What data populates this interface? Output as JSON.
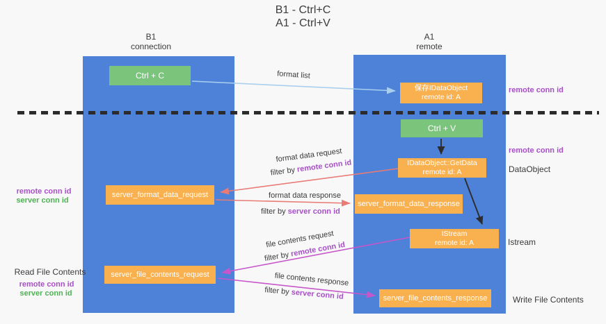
{
  "title": {
    "line1": "B1 - Ctrl+C",
    "line2": "A1 - Ctrl+V"
  },
  "lanes": {
    "left": {
      "name": "B1",
      "role": "connection"
    },
    "right": {
      "name": "A1",
      "role": "remote"
    }
  },
  "boxes": {
    "ctrl_c": {
      "label": "Ctrl + C"
    },
    "ctrl_v": {
      "label": "Ctrl + V"
    },
    "save_idataobject": {
      "line1": "保存IDataObject",
      "line2": "remote id: A"
    },
    "getdata": {
      "line1": "IDataObject::GetData",
      "line2": "remote id: A"
    },
    "istream": {
      "line1": "IStream",
      "line2": "remote id: A"
    },
    "server_format_data_request": {
      "label": "server_format_data_request"
    },
    "server_format_data_response": {
      "label": "server_format_data_response"
    },
    "server_file_contents_request": {
      "label": "server_file_contents_request"
    },
    "server_file_contents_response": {
      "label": "server_file_contents_response"
    }
  },
  "arrow_labels": {
    "format_list": "format list",
    "format_data_request": "format data request",
    "format_data_response": "format data response",
    "file_contents_request": "file contents request",
    "file_contents_response": "file contents response",
    "filter_by": "filter by"
  },
  "terms": {
    "remote_conn_id": "remote conn id",
    "server_conn_id": "server conn id"
  },
  "side_labels": {
    "dataobject": "DataObject",
    "istream": "Istream",
    "read_file_contents": "Read File Contents",
    "write_file_contents": "Write File Contents"
  },
  "colors": {
    "lane_blue": "#4d82d8",
    "box_orange": "#f9b04f",
    "box_green": "#7bc47c",
    "purple_text": "#a84fc8",
    "green_text": "#4fb254",
    "arrow_red": "#e97b76",
    "arrow_magenta": "#c656c9",
    "arrow_lightblue": "#a9cfee",
    "arrow_black": "#2d2d2d",
    "background": "#f8f8f8",
    "dashed_line": "#2b2b2b"
  }
}
